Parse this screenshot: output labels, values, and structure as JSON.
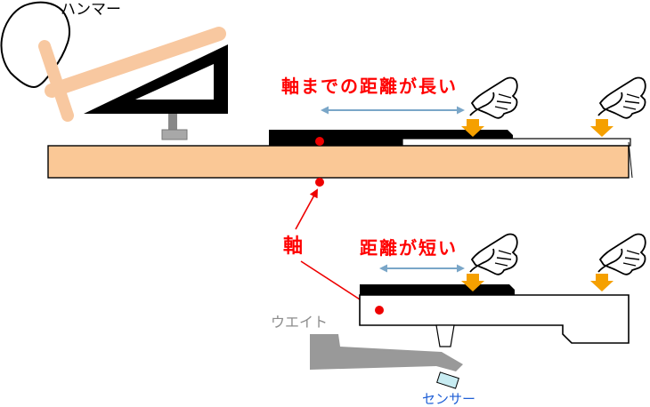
{
  "labels": {
    "hammer": "ハンマー",
    "long_distance": "軸までの距離が長い",
    "axis": "軸",
    "short_distance": "距離が短い",
    "weight": "ウエイト",
    "sensor": "センサー"
  },
  "colors": {
    "key_wood": "#fac896",
    "hammer_wood": "#f8c8a0",
    "black_part": "#000000",
    "pivot_red": "#ee0000",
    "arrow_orange": "#f5a000",
    "measure_blue": "#7aa6c8",
    "weight_gray": "#999999",
    "sensor_blue": "#c8ecf2"
  },
  "icons": [
    "hand-pointing-icon",
    "orange-down-arrow-icon"
  ]
}
